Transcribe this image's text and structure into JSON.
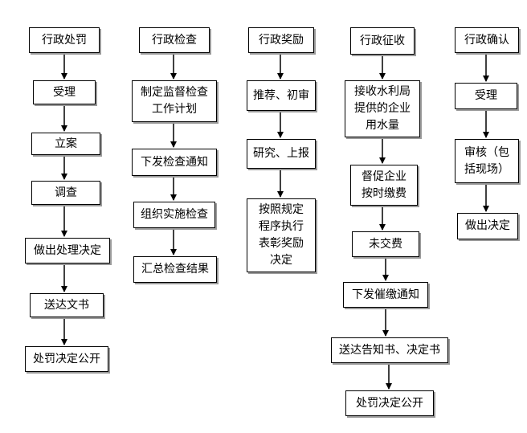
{
  "columns": [
    {
      "header": "行政处罚",
      "steps": [
        "受理",
        "立案",
        "调查",
        "做出处理决定",
        "送达文书",
        "处罚决定公开"
      ]
    },
    {
      "header": "行政检查",
      "steps": [
        "制定监督检查\n工作计划",
        "下发检查通知",
        "组织实施检查",
        "汇总检查结果"
      ]
    },
    {
      "header": "行政奖励",
      "steps": [
        "推荐、初审",
        "研究、上报",
        "按照规定\n程序执行\n表彰奖励\n决定"
      ]
    },
    {
      "header": "行政征收",
      "steps": [
        "接收水利局\n提供的企业\n用水量",
        "督促企业\n按时缴费",
        "未交费",
        "下发催缴通知",
        "送达告知书、决定书",
        "处罚决定公开"
      ]
    },
    {
      "header": "行政确认",
      "steps": [
        "受理",
        "审核（包\n括现场）",
        "做出决定"
      ]
    }
  ]
}
